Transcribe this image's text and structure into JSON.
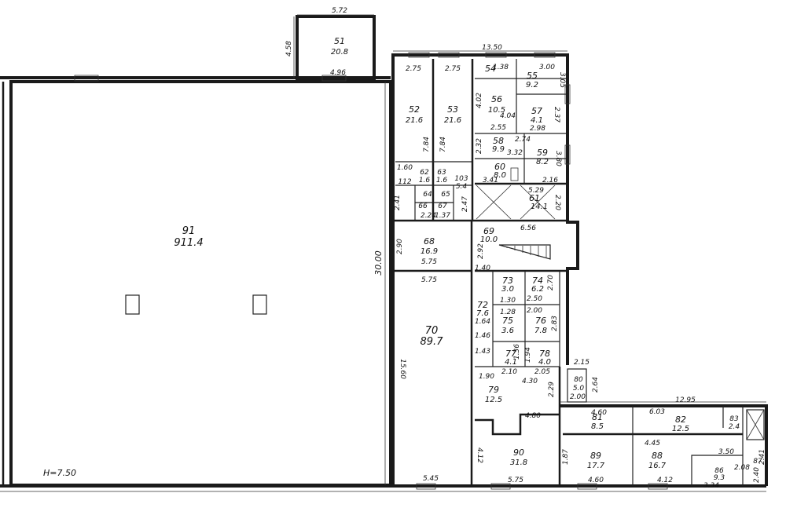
{
  "rooms": [
    {
      "id": "r51",
      "num": "51",
      "area": "20.8"
    },
    {
      "id": "r52",
      "num": "52",
      "area": "21.6"
    },
    {
      "id": "r53",
      "num": "53",
      "area": "21.6"
    },
    {
      "id": "r54",
      "num": "54",
      "area": ""
    },
    {
      "id": "r55",
      "num": "55",
      "area": "9.2"
    },
    {
      "id": "r56",
      "num": "56",
      "area": "10.5"
    },
    {
      "id": "r57",
      "num": "57",
      "area": "4.1"
    },
    {
      "id": "r58",
      "num": "58",
      "area": "9.9"
    },
    {
      "id": "r59",
      "num": "59",
      "area": "8.2"
    },
    {
      "id": "r60",
      "num": "60",
      "area": "8.0"
    },
    {
      "id": "r61",
      "num": "61",
      "area": "14.1"
    },
    {
      "id": "r62",
      "num": "62",
      "area": "1.6"
    },
    {
      "id": "r63",
      "num": "63",
      "area": "1.6"
    },
    {
      "id": "r64",
      "num": "64",
      "area": ""
    },
    {
      "id": "r65",
      "num": "65",
      "area": ""
    },
    {
      "id": "r66",
      "num": "66",
      "area": ""
    },
    {
      "id": "r67",
      "num": "67",
      "area": ""
    },
    {
      "id": "r68",
      "num": "68",
      "area": "16.9"
    },
    {
      "id": "r69",
      "num": "69",
      "area": "10.0"
    },
    {
      "id": "r70",
      "num": "70",
      "area": "89.7"
    },
    {
      "id": "r72",
      "num": "72",
      "area": "7.6"
    },
    {
      "id": "r73",
      "num": "73",
      "area": "3.0"
    },
    {
      "id": "r74",
      "num": "74",
      "area": "6.2"
    },
    {
      "id": "r75",
      "num": "75",
      "area": "3.6"
    },
    {
      "id": "r76",
      "num": "76",
      "area": "7.8"
    },
    {
      "id": "r77",
      "num": "77",
      "area": "4.1"
    },
    {
      "id": "r78",
      "num": "78",
      "area": "4.0"
    },
    {
      "id": "r79",
      "num": "79",
      "area": "12.5"
    },
    {
      "id": "r80",
      "num": "80",
      "area": "5.0"
    },
    {
      "id": "r81",
      "num": "81",
      "area": "8.5"
    },
    {
      "id": "r82",
      "num": "82",
      "area": "12.5"
    },
    {
      "id": "r83",
      "num": "83",
      "area": "2.4"
    },
    {
      "id": "r86",
      "num": "86",
      "area": "9.3"
    },
    {
      "id": "r87",
      "num": "87",
      "area": ""
    },
    {
      "id": "r88",
      "num": "88",
      "area": "16.7"
    },
    {
      "id": "r89",
      "num": "89",
      "area": "17.7"
    },
    {
      "id": "r90",
      "num": "90",
      "area": "31.8"
    },
    {
      "id": "r91",
      "num": "91",
      "area": "911.4"
    },
    {
      "id": "r103",
      "num": "103",
      "area": "5.4"
    },
    {
      "id": "r112",
      "num": "112",
      "area": ""
    }
  ],
  "dims": {
    "d572": "5.72",
    "d458": "4.58",
    "d496": "4.96",
    "d1350": "13.50",
    "d300": "3.00",
    "d275a": "2.75",
    "d275b": "2.75",
    "d402": "4.02",
    "d255": "2.55",
    "d298": "2.98",
    "d332": "3.32",
    "d341": "3.41",
    "d216": "2.16",
    "d529": "5.29",
    "d656": "6.56",
    "d575a": "5.75",
    "d575b": "5.75",
    "d575c": "5.75",
    "d290": "2.90",
    "d3000": "30.00",
    "d1560": "15.60",
    "d130": "1.30",
    "d128": "1.28",
    "d210": "2.10",
    "d205": "2.05",
    "d430": "4.30",
    "d480": "4.80",
    "d215": "2.15",
    "d264": "2.64",
    "d1295": "12.95",
    "d460a": "4.60",
    "d603": "6.03",
    "d445": "4.45",
    "d350": "3.50",
    "d460b": "4.60",
    "d412a": "4.12",
    "d412b": "4.12",
    "d545": "5.45",
    "d187": "1.87",
    "d334": "3.34",
    "d160": "1.60",
    "d784a": "7.84",
    "d784b": "7.84",
    "d232": "2.32",
    "d380": "3.80",
    "d305": "3.05",
    "d237": "2.37",
    "d220": "2.20",
    "d229": "2.29",
    "d292": "2.92",
    "d283": "2.83",
    "d146": "1.46",
    "d143": "1.43",
    "d200": "2.00",
    "d240": "2.40",
    "d138": "1.38",
    "d241": "2.41",
    "d274": "2.74",
    "d136": "1.36",
    "d194": "1.94",
    "d250": "2.50",
    "d200b": "2.00",
    "d241b": "2.41",
    "d270": "2.70",
    "d247": "2.47",
    "d190": "1.90",
    "d164": "1.64",
    "d224": "2.24",
    "d137": "1.37",
    "d140": "1.40",
    "d404": "4.04",
    "d208": "2.08"
  },
  "height_note": "H=7.50"
}
